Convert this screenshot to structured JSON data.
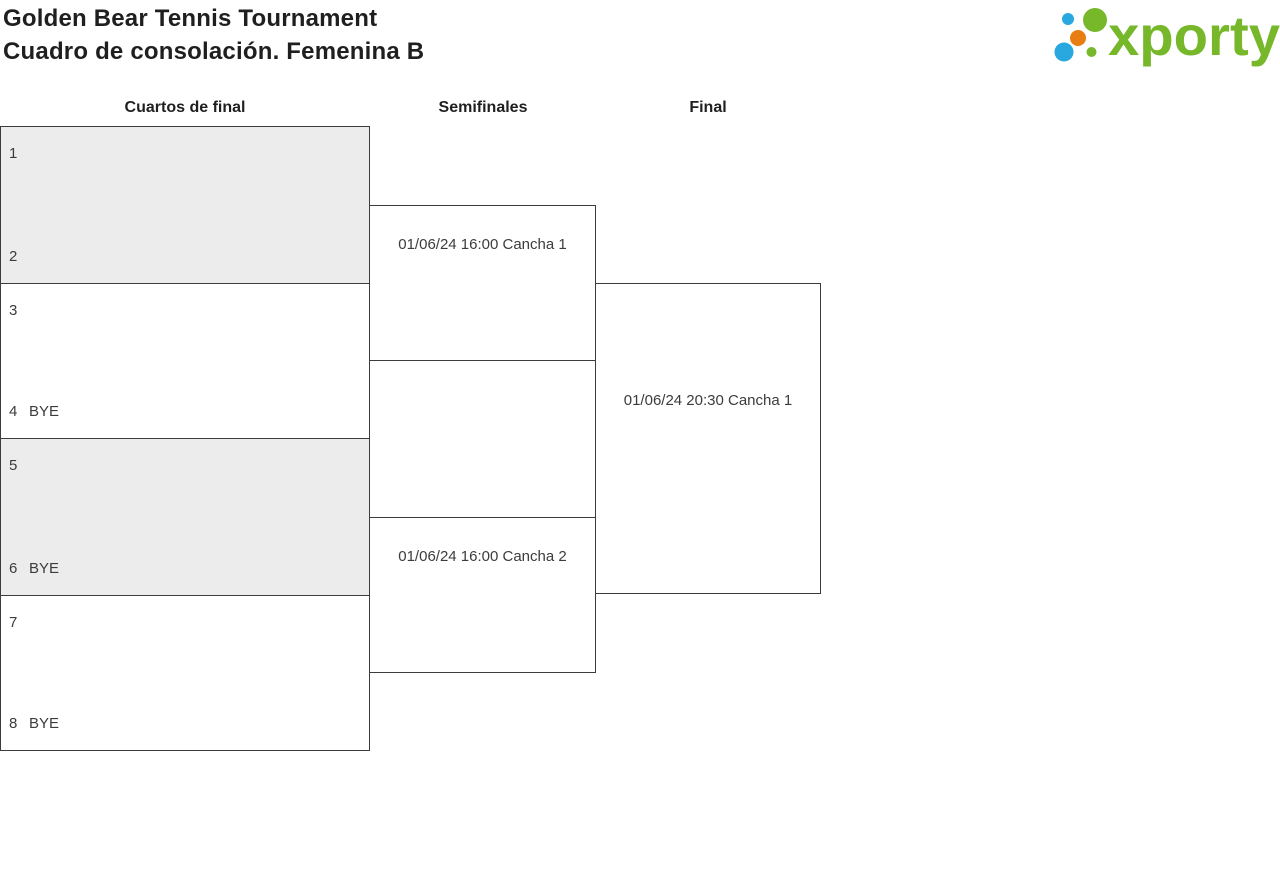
{
  "header": {
    "title_line1": "Golden Bear Tennis Tournament",
    "title_line2": "Cuadro de consolación. Femenina B"
  },
  "logo": {
    "wordmark": "xporty"
  },
  "rounds": {
    "quarterfinals_label": "Cuartos de final",
    "semifinals_label": "Semifinales",
    "final_label": "Final"
  },
  "bracket": {
    "quarterfinals": [
      {
        "shaded": true,
        "top": {
          "seed": "1",
          "name": ""
        },
        "bottom": {
          "seed": "2",
          "name": ""
        }
      },
      {
        "shaded": false,
        "top": {
          "seed": "3",
          "name": ""
        },
        "bottom": {
          "seed": "4",
          "name": "BYE"
        }
      },
      {
        "shaded": true,
        "top": {
          "seed": "5",
          "name": ""
        },
        "bottom": {
          "seed": "6",
          "name": "BYE"
        }
      },
      {
        "shaded": false,
        "top": {
          "seed": "7",
          "name": ""
        },
        "bottom": {
          "seed": "8",
          "name": "BYE"
        }
      }
    ],
    "semifinals": [
      {
        "schedule": "01/06/24 16:00 Cancha 1"
      },
      {
        "schedule": "01/06/24 16:00 Cancha 2"
      }
    ],
    "final": {
      "schedule": "01/06/24 20:30 Cancha 1"
    }
  },
  "colors": {
    "logo_green": "#76b82a",
    "logo_blue": "#29a8e0",
    "logo_orange": "#e87d11",
    "shaded_match_bg": "#ececec",
    "match_border": "#3c3c3c",
    "text": "#3c3c3b"
  }
}
